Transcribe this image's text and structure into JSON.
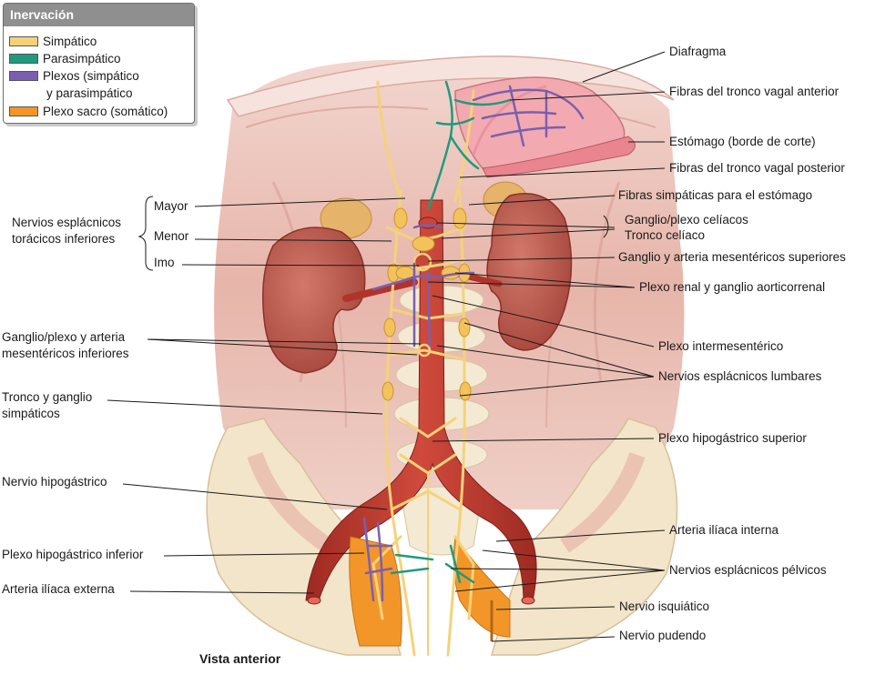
{
  "legend": {
    "title": "Inervación",
    "items": [
      {
        "label": "Simpático",
        "color": "#f5d27a"
      },
      {
        "label": "Parasimpático",
        "color": "#1f9a7e"
      },
      {
        "label": "Plexos (simpático",
        "label2": "y parasimpático",
        "color": "#7a5fb0"
      },
      {
        "label": "Plexo sacro (somático)",
        "color": "#f3962a"
      }
    ]
  },
  "labels": {
    "diafragma": "Diafragma",
    "fibras_vagal_anterior": "Fibras del tronco vagal anterior",
    "estomago": "Estómago (borde de corte)",
    "fibras_vagal_posterior": "Fibras del tronco vagal posterior",
    "fibras_simpaticas_estomago": "Fibras simpáticas para el estómago",
    "ganglio_celiacos": "Ganglio/plexo celíacos",
    "tronco_celiaco": "Tronco celíaco",
    "ganglio_mesenterico_sup": "Ganglio y arteria mesentéricos superiores",
    "plexo_renal": "Plexo renal y ganglio aorticorrenal",
    "plexo_intermesenterico": "Plexo intermesentérico",
    "nervios_esplacnicos_lumbares": "Nervios esplácnicos lumbares",
    "plexo_hipogastrico_sup": "Plexo hipogástrico superior",
    "arteria_iliaca_interna": "Arteria ilíaca interna",
    "nervios_esplacnicos_pelvicos": "Nervios esplácnicos pélvicos",
    "nervio_isquiatico": "Nervio isquiático",
    "nervio_pudendo": "Nervio pudendo",
    "nervios_toracicos_line1": "Nervios esplácnicos",
    "nervios_toracicos_line2": "torácicos inferiores",
    "mayor": "Mayor",
    "menor": "Menor",
    "imo": "Imo",
    "ganglio_mesenterico_inf_line1": "Ganglio/plexo y arteria",
    "ganglio_mesenterico_inf_line2": "mesentéricos inferiores",
    "tronco_ganglio_line1": "Tronco y ganglio",
    "tronco_ganglio_line2": "simpáticos",
    "nervio_hipogastrico": "Nervio hipogástrico",
    "plexo_hipogastrico_inf": "Plexo hipogástrico inferior",
    "arteria_iliaca_externa": "Arteria ilíaca externa",
    "vista": "Vista anterior"
  }
}
